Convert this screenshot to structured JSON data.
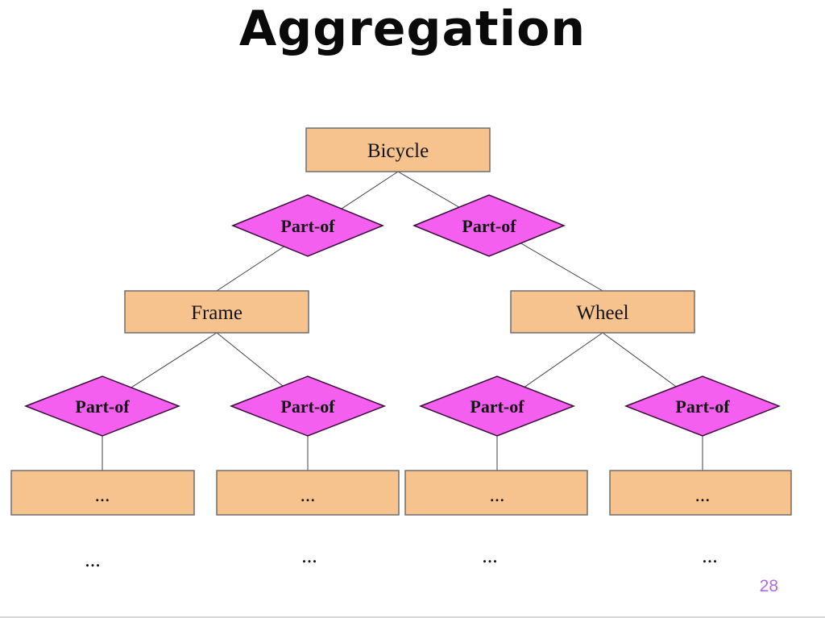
{
  "slide": {
    "title": "Aggregation",
    "page_number": "28"
  },
  "colors": {
    "entity_fill": "#F6C28E",
    "entity_border": "#6E6E6E",
    "relationship_fill": "#F55FEF",
    "relationship_border": "#3A0B3A",
    "line": "#404040",
    "page_number": "#B36AD9"
  },
  "diagram": {
    "entities": [
      {
        "name": "bicycle",
        "label": "Bicycle"
      },
      {
        "name": "frame",
        "label": "Frame"
      },
      {
        "name": "wheel",
        "label": "Wheel"
      },
      {
        "name": "frame-part-1",
        "label": "..."
      },
      {
        "name": "frame-part-2",
        "label": "..."
      },
      {
        "name": "wheel-part-1",
        "label": "..."
      },
      {
        "name": "wheel-part-2",
        "label": "..."
      }
    ],
    "relationships": [
      {
        "label": "Part-of"
      },
      {
        "label": "Part-of"
      },
      {
        "label": "Part-of"
      },
      {
        "label": "Part-of"
      },
      {
        "label": "Part-of"
      },
      {
        "label": "Part-of"
      }
    ],
    "continuation_marks": [
      {
        "label": "..."
      },
      {
        "label": "..."
      },
      {
        "label": "..."
      },
      {
        "label": "..."
      }
    ]
  }
}
